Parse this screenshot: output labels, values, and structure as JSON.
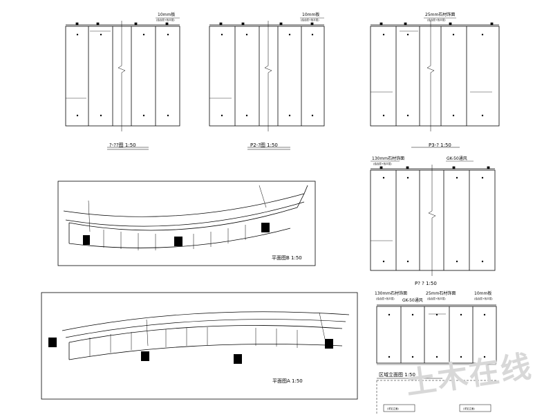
{
  "elevations": {
    "e1": {
      "top_label": "10mm板",
      "note": "(结合层+找平层)",
      "side_note": "",
      "caption": "?-??图 1:50"
    },
    "e2": {
      "top_label": "10mm板",
      "note": "(结合层+找平层)",
      "side_note": "",
      "caption": "P2-?图 1:50"
    },
    "e3": {
      "top_label": "25mm石材饰面",
      "note": "(结合层+找平层)",
      "side_note": "",
      "caption": "P3-? 1:50"
    },
    "e4": {
      "top_label": "130mm石材饰面",
      "note": "(结合层+找平层)",
      "right_label": "GK-50通风",
      "caption": "P? ? 1:50"
    },
    "e5": {
      "top_label": "130mm石材饰面",
      "note": "(结合层+找平层)",
      "mid_label": "GK-50通风",
      "mid2_label": "25mm石材饰面",
      "mid2_note": "(结合层+找平层)",
      "right_label": "10mm板",
      "right_note": "(结合层+找平层)",
      "caption": "区域立面图 1:50"
    }
  },
  "plans": {
    "p1": {
      "caption": "平面图B 1:50"
    },
    "p2": {
      "caption": "平面图A 1:50"
    }
  },
  "bottom": {
    "box_left": "(详见立面)",
    "box_right": "(详见立面)"
  },
  "watermark": "土木在线"
}
